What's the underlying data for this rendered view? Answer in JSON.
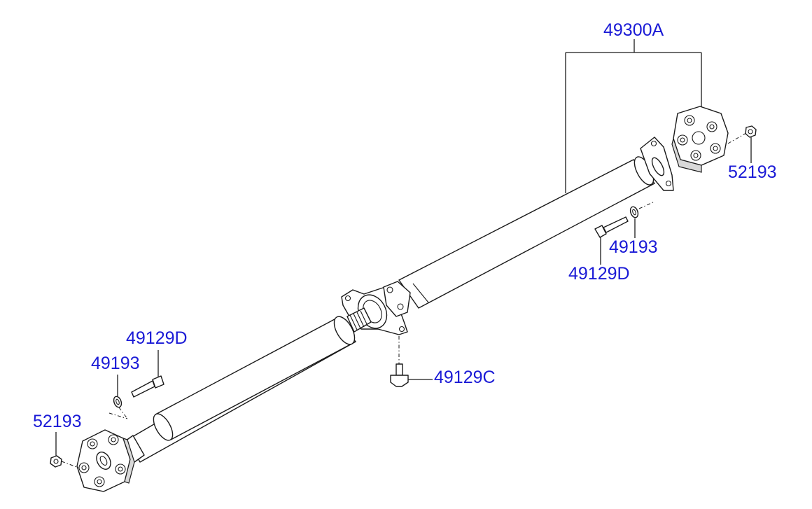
{
  "callouts": {
    "assembly": "49300A",
    "flex_coupling_nut_right": "52193",
    "washer_right": "49193",
    "bolt_right": "49129D",
    "center_bearing_bolt": "49129C",
    "bolt_left": "49129D",
    "washer_left": "49193",
    "flex_coupling_nut_left": "52193"
  },
  "colors": {
    "callout_text": "#1a1ad6",
    "line_art": "#1a1a1a",
    "background": "#ffffff"
  }
}
